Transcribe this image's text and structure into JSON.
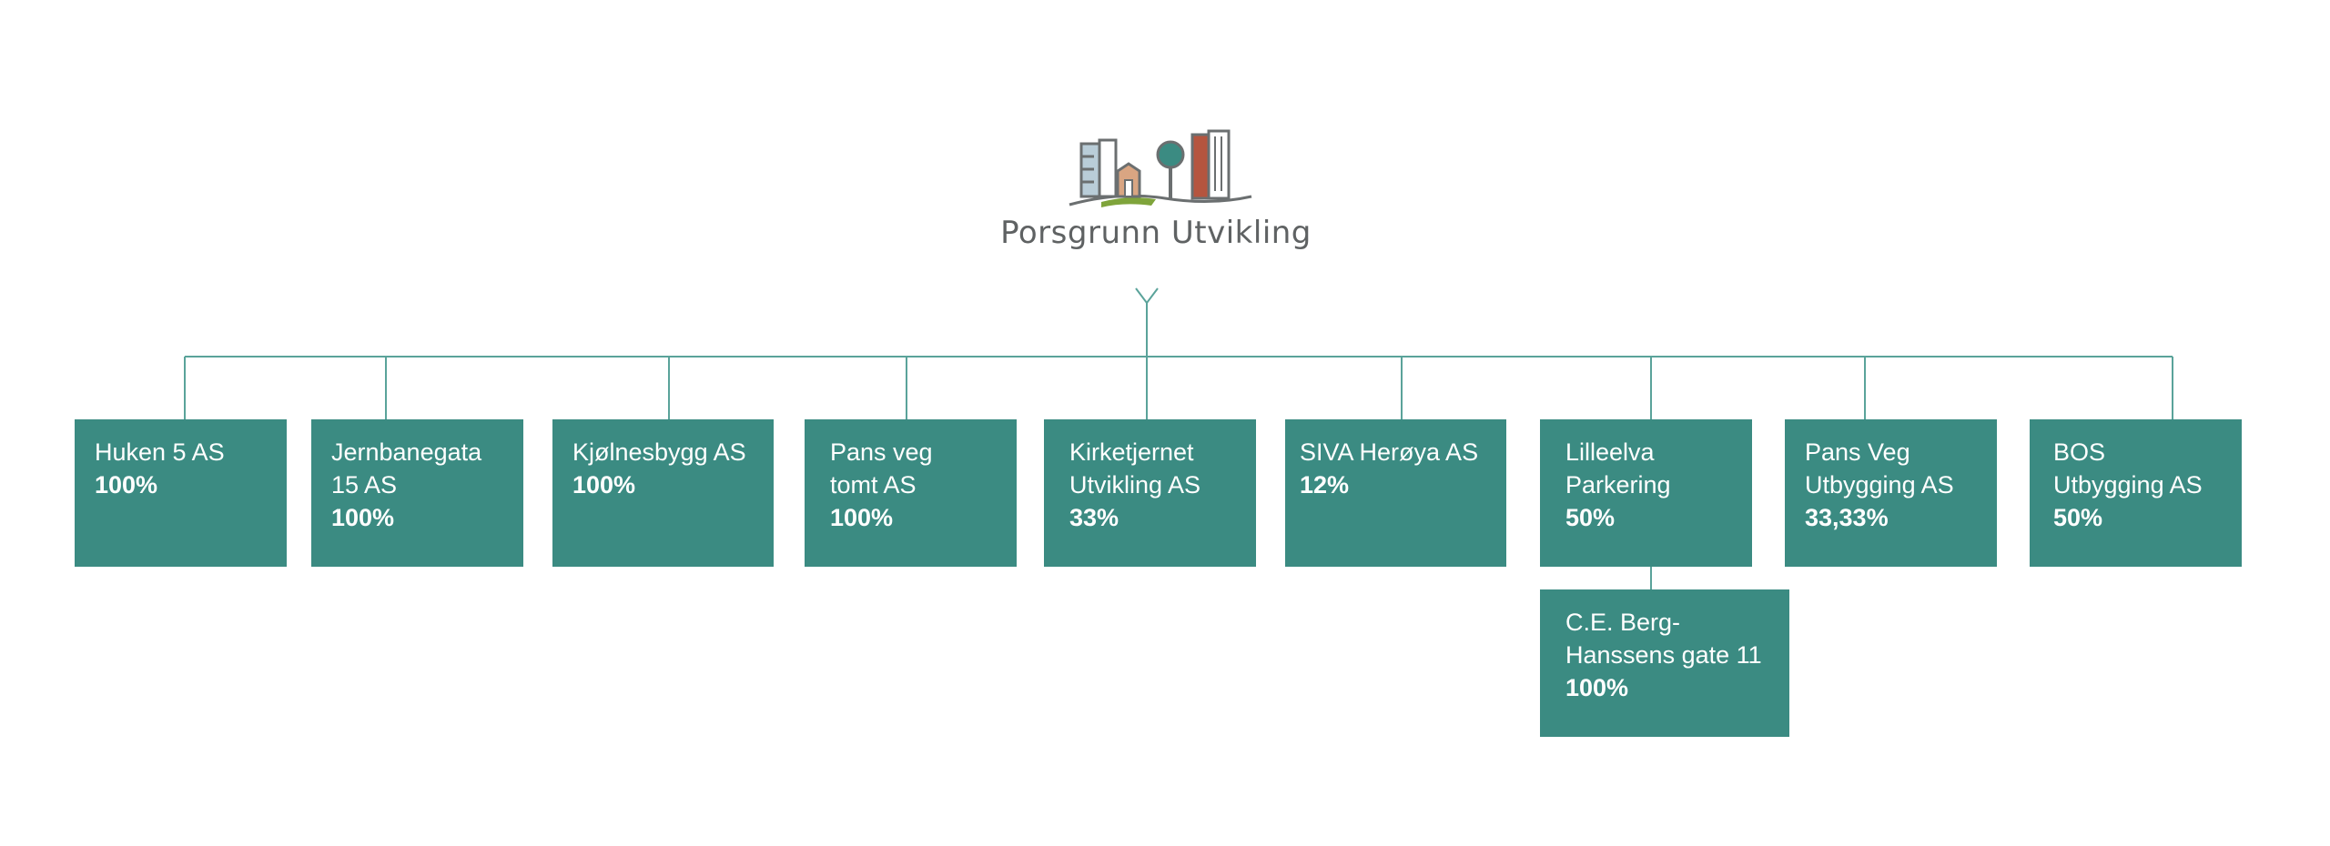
{
  "logo": {
    "text": "Porsgrunn Utvikling",
    "colors": {
      "gray": "#6b6f70",
      "tan": "#d9a582",
      "red": "#b5553f",
      "teal": "#3b8b82",
      "green": "#7fa43b",
      "lightblue": "#b9cdd8"
    }
  },
  "colors": {
    "box": "#3b8b82",
    "line": "#5aa39a",
    "text": "#ffffff"
  },
  "companies": [
    {
      "name": "Huken 5 AS",
      "percent": "100%"
    },
    {
      "name": "Jernbanegata\n15 AS",
      "percent": "100%"
    },
    {
      "name": "Kjølnesbygg AS",
      "percent": "100%"
    },
    {
      "name": "Pans veg\ntomt AS",
      "percent": "100%"
    },
    {
      "name": "Kirketjernet\nUtvikling AS",
      "percent": "33%"
    },
    {
      "name": "SIVA Herøya AS",
      "percent": " 12%"
    },
    {
      "name": "Lilleelva\nParkering",
      "percent": "50%"
    },
    {
      "name": "Pans Veg\nUtbygging AS",
      "percent": "33,33%"
    },
    {
      "name": "BOS\nUtbygging AS",
      "percent": "50%"
    }
  ],
  "sub_company": {
    "name": "C.E. Berg-\nHanssens gate 11",
    "percent": "100%"
  }
}
